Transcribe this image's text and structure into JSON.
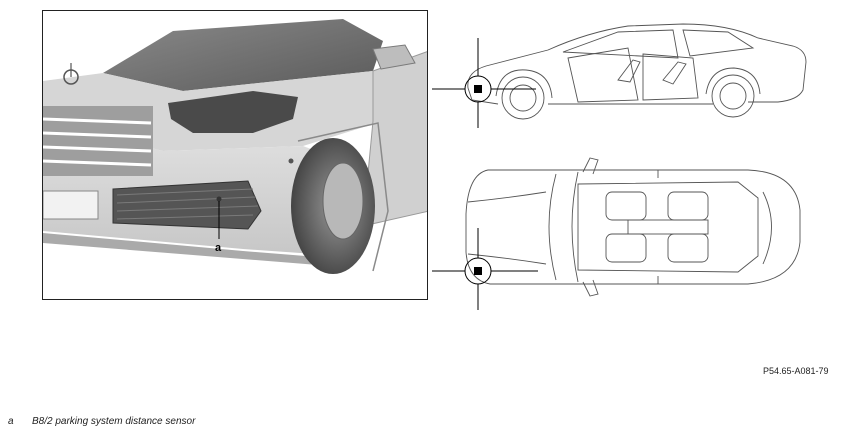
{
  "photo": {
    "callout_label": "a"
  },
  "figure_id": "P54.65-A081-79",
  "legend": {
    "key": "a",
    "text": "B8/2 parking system distance sensor"
  }
}
